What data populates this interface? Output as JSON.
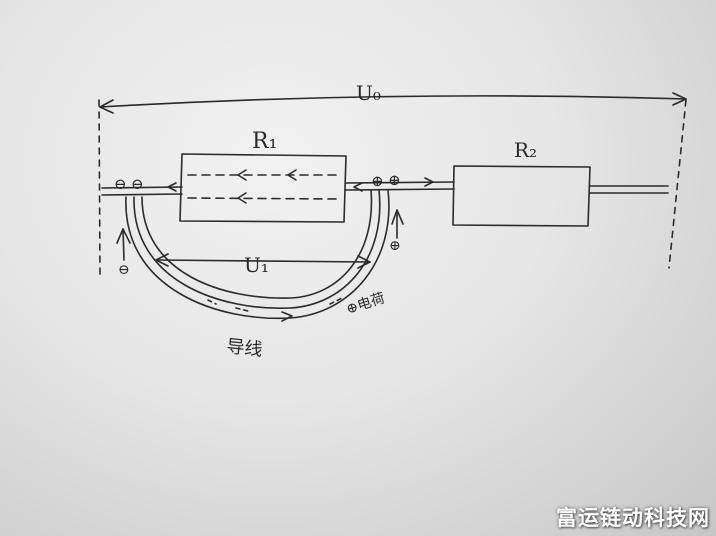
{
  "diagram": {
    "total_voltage_label": "U₀",
    "resistor_1_label": "R₁",
    "resistor_2_label": "R₂",
    "voltage_1_label": "U₁",
    "wire_label": "导线",
    "minus_sign": "⊖",
    "plus_sign": "⊕",
    "charge_annotation": "⊕电荷"
  },
  "watermark": {
    "text": "富运链动科技网"
  }
}
